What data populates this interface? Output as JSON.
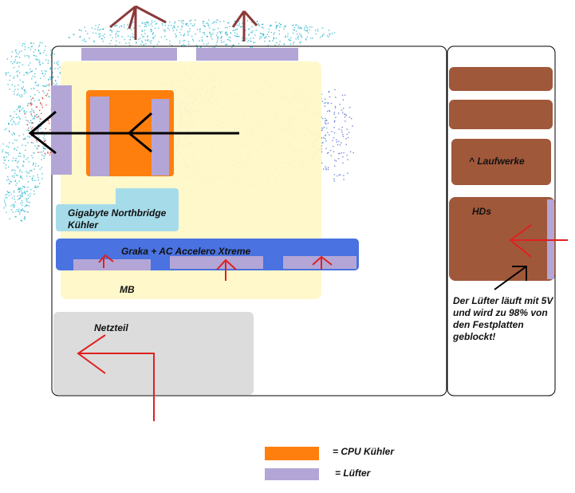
{
  "colors": {
    "cpu_cooler": "#ff7f0e",
    "fan": "#b3a6d6",
    "motherboard": "#fff8c8",
    "northbridge": "#a6dcea",
    "gpu": "#4a72e0",
    "psu": "#dcdcdc",
    "drive_bay": "#a0583a",
    "airflow_hot": "#d02020",
    "airflow_cool": "#20b0c8",
    "airflow_warm": "#4a60d0",
    "arrow_red": "#e02020",
    "arrow_black": "#000000",
    "arrow_exhaust": "#8b3a3a"
  },
  "labels": {
    "northbridge": "Gigabyte Northbridge Kühler",
    "gpu": "Graka + AC Accelero Xtreme",
    "motherboard": "MB",
    "psu": "Netzteil",
    "drives": "^ Laufwerke",
    "hds": "HDs",
    "note": "Der Lüfter läuft mit 5V und wird zu 98% von den Festplatten geblockt!"
  },
  "legend": {
    "cpu_cooler": "= CPU Kühler",
    "fan": "= Lüfter"
  }
}
